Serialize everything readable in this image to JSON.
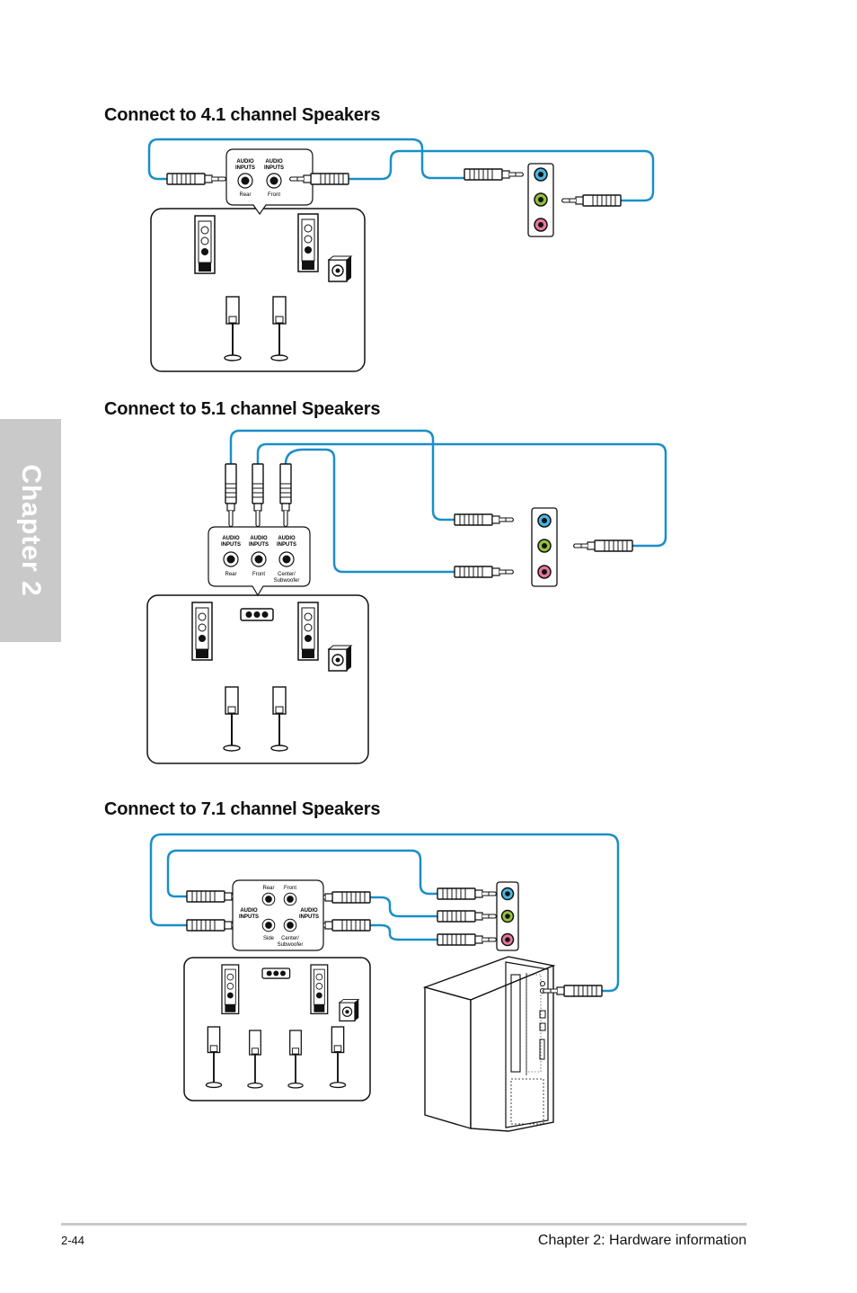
{
  "sidebar": {
    "chapter_label": "Chapter 2"
  },
  "sections": [
    {
      "title": "Connect to 4.1 channel Speakers",
      "panel": {
        "inputs": [
          "AUDIO\nINPUTS",
          "AUDIO\nINPUTS"
        ],
        "jacks": [
          "Rear",
          "Front"
        ]
      }
    },
    {
      "title": "Connect to 5.1 channel Speakers",
      "panel": {
        "inputs": [
          "AUDIO\nINPUTS",
          "AUDIO\nINPUTS",
          "AUDIO\nINPUTS"
        ],
        "jacks": [
          "Rear",
          "Front",
          "Center/\nSubwoofer"
        ]
      }
    },
    {
      "title": "Connect to 7.1 channel Speakers",
      "panel": {
        "top_jacks": [
          "Rear",
          "Front"
        ],
        "inputs": [
          "AUDIO\nINPUTS",
          "AUDIO\nINPUTS"
        ],
        "bottom_jacks": [
          "Side",
          "Center/\nSubwoofer"
        ]
      }
    }
  ],
  "colors": {
    "cable": "#1a8fc8",
    "jack_blue": "#49b6e3",
    "jack_green": "#93c13e",
    "jack_pink": "#e8769f"
  },
  "footer": {
    "page_number": "2-44",
    "chapter_title": "Chapter 2: Hardware information"
  }
}
